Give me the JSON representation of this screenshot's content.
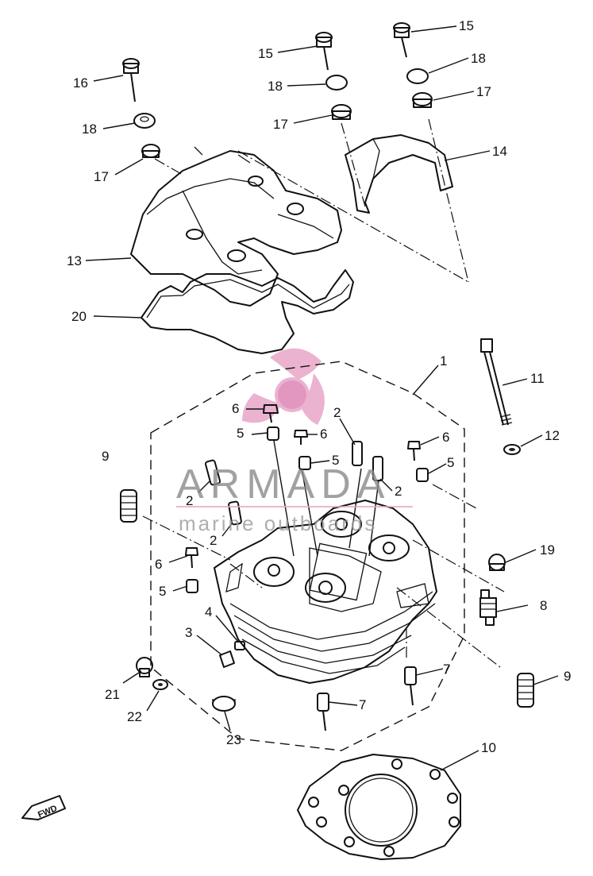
{
  "diagram": {
    "callouts": [
      {
        "id": "c16",
        "label": "16"
      },
      {
        "id": "c18a",
        "label": "18"
      },
      {
        "id": "c17a",
        "label": "17"
      },
      {
        "id": "c13",
        "label": "13"
      },
      {
        "id": "c20",
        "label": "20"
      },
      {
        "id": "c15a",
        "label": "15"
      },
      {
        "id": "c18b",
        "label": "18"
      },
      {
        "id": "c17b",
        "label": "17"
      },
      {
        "id": "c15b",
        "label": "15"
      },
      {
        "id": "c18c",
        "label": "18"
      },
      {
        "id": "c17c",
        "label": "17"
      },
      {
        "id": "c14",
        "label": "14"
      },
      {
        "id": "c1",
        "label": "1"
      },
      {
        "id": "c11",
        "label": "11"
      },
      {
        "id": "c12",
        "label": "12"
      },
      {
        "id": "c6a",
        "label": "6"
      },
      {
        "id": "c5a",
        "label": "5"
      },
      {
        "id": "c6b",
        "label": "6"
      },
      {
        "id": "c2a",
        "label": "2"
      },
      {
        "id": "c5b",
        "label": "5"
      },
      {
        "id": "c6c",
        "label": "6"
      },
      {
        "id": "c5c",
        "label": "5"
      },
      {
        "id": "c2b",
        "label": "2"
      },
      {
        "id": "c9a",
        "label": "9"
      },
      {
        "id": "c2c",
        "label": "2"
      },
      {
        "id": "c2d",
        "label": "2"
      },
      {
        "id": "c6d",
        "label": "6"
      },
      {
        "id": "c5d",
        "label": "5"
      },
      {
        "id": "c19",
        "label": "19"
      },
      {
        "id": "c4",
        "label": "4"
      },
      {
        "id": "c8",
        "label": "8"
      },
      {
        "id": "c3",
        "label": "3"
      },
      {
        "id": "c7a",
        "label": "7"
      },
      {
        "id": "c9b",
        "label": "9"
      },
      {
        "id": "c21",
        "label": "21"
      },
      {
        "id": "c22",
        "label": "22"
      },
      {
        "id": "c7b",
        "label": "7"
      },
      {
        "id": "c23",
        "label": "23"
      },
      {
        "id": "c10",
        "label": "10"
      }
    ],
    "direction_tag": "FWD"
  },
  "watermark": {
    "brand": "ARMADA",
    "tagline": "marine outboards",
    "logo_color": "#e8a6c8",
    "text_color": "#8a8a8a"
  }
}
